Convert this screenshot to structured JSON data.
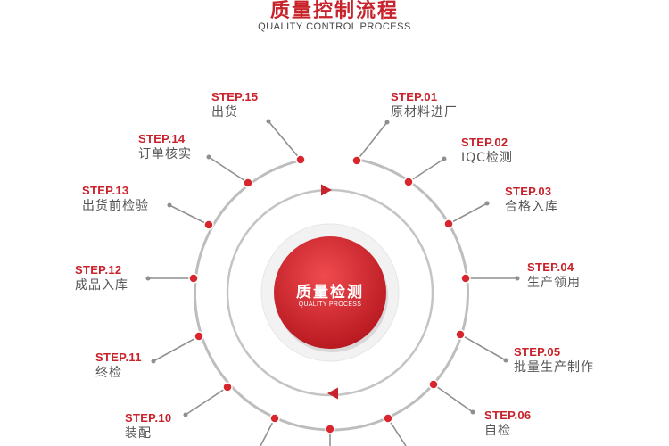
{
  "header": {
    "title": "质量控制流程",
    "subtitle": "QUALITY CONTROL PROCESS"
  },
  "center": {
    "title": "质量检测",
    "subtitle": "QUALITY PROCESS"
  },
  "colors": {
    "accent": "#c8222b",
    "ring": "#bdbdbd",
    "connector": "#8f8f8f"
  },
  "steps": [
    {
      "num": "STEP.01",
      "label": "原材料进厂"
    },
    {
      "num": "STEP.02",
      "label": "IQC检测"
    },
    {
      "num": "STEP.03",
      "label": "合格入库"
    },
    {
      "num": "STEP.04",
      "label": "生产领用"
    },
    {
      "num": "STEP.05",
      "label": "批量生产制作"
    },
    {
      "num": "STEP.06",
      "label": "自检"
    },
    {
      "num": "STEP.10",
      "label": "装配"
    },
    {
      "num": "STEP.11",
      "label": "终检"
    },
    {
      "num": "STEP.12",
      "label": "成品入库"
    },
    {
      "num": "STEP.13",
      "label": "出货前检验"
    },
    {
      "num": "STEP.14",
      "label": "订单核实"
    },
    {
      "num": "STEP.15",
      "label": "出货"
    }
  ]
}
